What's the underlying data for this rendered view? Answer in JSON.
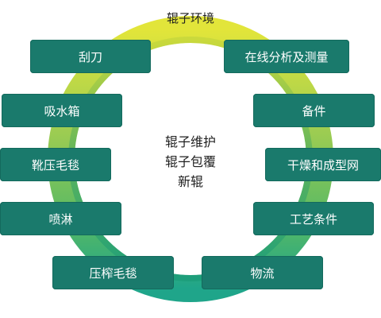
{
  "diagram": {
    "title": "辊子环境",
    "center_lines": [
      "辊子维护",
      "辊子包覆",
      "新辊"
    ],
    "left_items": [
      "刮刀",
      "吸水箱",
      "靴压毛毯",
      "喷淋",
      "压榨毛毯"
    ],
    "right_items": [
      "在线分析及测量",
      "备件",
      "干燥和成型网",
      "工艺条件",
      "物流"
    ]
  },
  "colors": {
    "box": "#1a7a6c",
    "ring_top": "#d8df3c",
    "ring_mid": "#7cc35a",
    "ring_bottom": "#27a685",
    "ring_inner_shade": "#3aa870"
  }
}
